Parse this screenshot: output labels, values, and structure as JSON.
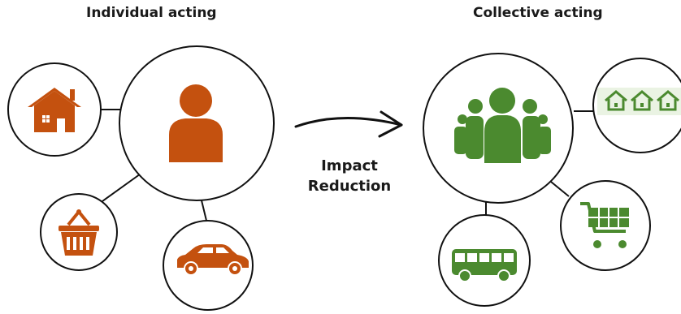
{
  "diagram": {
    "left_title": "Individual acting",
    "right_title": "Collective acting",
    "center_label_line1": "Impact",
    "center_label_line2": "Reduction"
  },
  "icons": {
    "left_center": "person-icon",
    "left_nodes": [
      "house-icon",
      "shopping-basket-icon",
      "car-icon"
    ],
    "right_center": "group-of-people-icon",
    "right_nodes": [
      "row-of-houses-icon",
      "shopping-cart-icon",
      "bus-icon"
    ],
    "arrow": "arrow-right-icon"
  },
  "colors": {
    "individual": "#c4510f",
    "collective": "#4b8a2f",
    "outline": "#111111"
  }
}
